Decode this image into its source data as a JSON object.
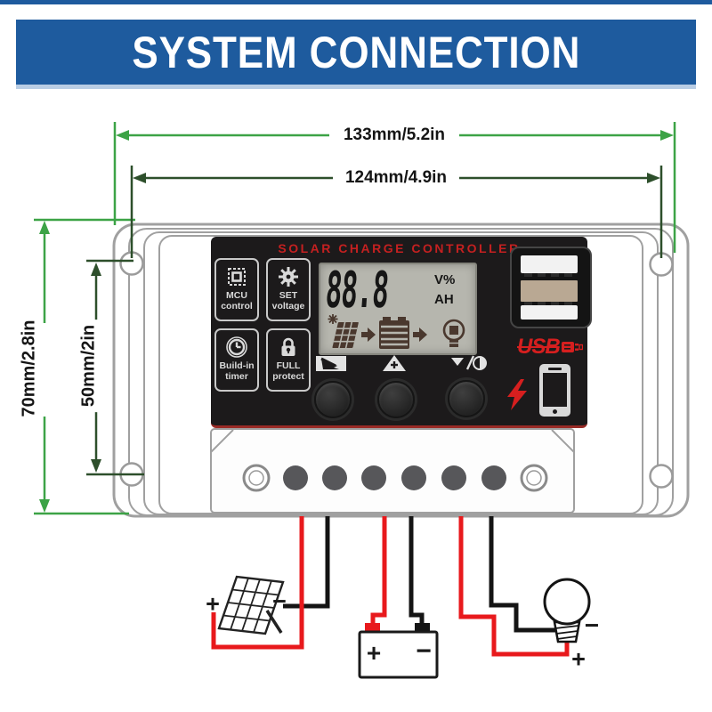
{
  "banner": {
    "title": "SYSTEM CONNECTION",
    "bg_color": "#1e5b9e",
    "text_color": "#ffffff"
  },
  "dimensions": {
    "outer_width": "133mm/5.2in",
    "inner_width": "124mm/4.9in",
    "outer_height": "70mm/2.8in",
    "inner_height": "50mm/2in",
    "outer_line_color": "#3ca346",
    "inner_line_color": "#2d4f2b"
  },
  "controller": {
    "title": "SOLAR CHARGE CONTROLLER",
    "title_color": "#c42020",
    "features": [
      {
        "icon": "mcu-chip-icon",
        "label_line1": "MCU",
        "label_line2": "control"
      },
      {
        "icon": "gear-icon",
        "label_line1": "SET",
        "label_line2": "voltage"
      },
      {
        "icon": "clock-icon",
        "label_line1": "Build-in",
        "label_line2": "timer"
      },
      {
        "icon": "padlock-icon",
        "label_line1": "FULL",
        "label_line2": "protect"
      }
    ],
    "lcd": {
      "value": "88.8",
      "unit_top": "V%",
      "unit_bottom": "AH",
      "flow_icons": [
        "sun-icon",
        "solar-panel-icon",
        "arrow-right-icon",
        "battery-icon",
        "arrow-right-icon",
        "bulb-icon"
      ]
    },
    "button_icons": [
      "battery-select-icon",
      "up-plus-icon",
      "down-lamp-icon"
    ],
    "usb_label": "USB",
    "usb_port_count": 2,
    "right_icons": [
      "dual-usb-ports",
      "usb-plug-icon",
      "lightning-icon",
      "phone-icon"
    ]
  },
  "wiring": {
    "solar": {
      "plus": "+",
      "minus": "−"
    },
    "battery": {
      "plus": "+",
      "minus": "−"
    },
    "load": {
      "plus": "+",
      "minus": "−"
    },
    "positive_wire_color": "#e8191c",
    "negative_wire_color": "#141414"
  }
}
